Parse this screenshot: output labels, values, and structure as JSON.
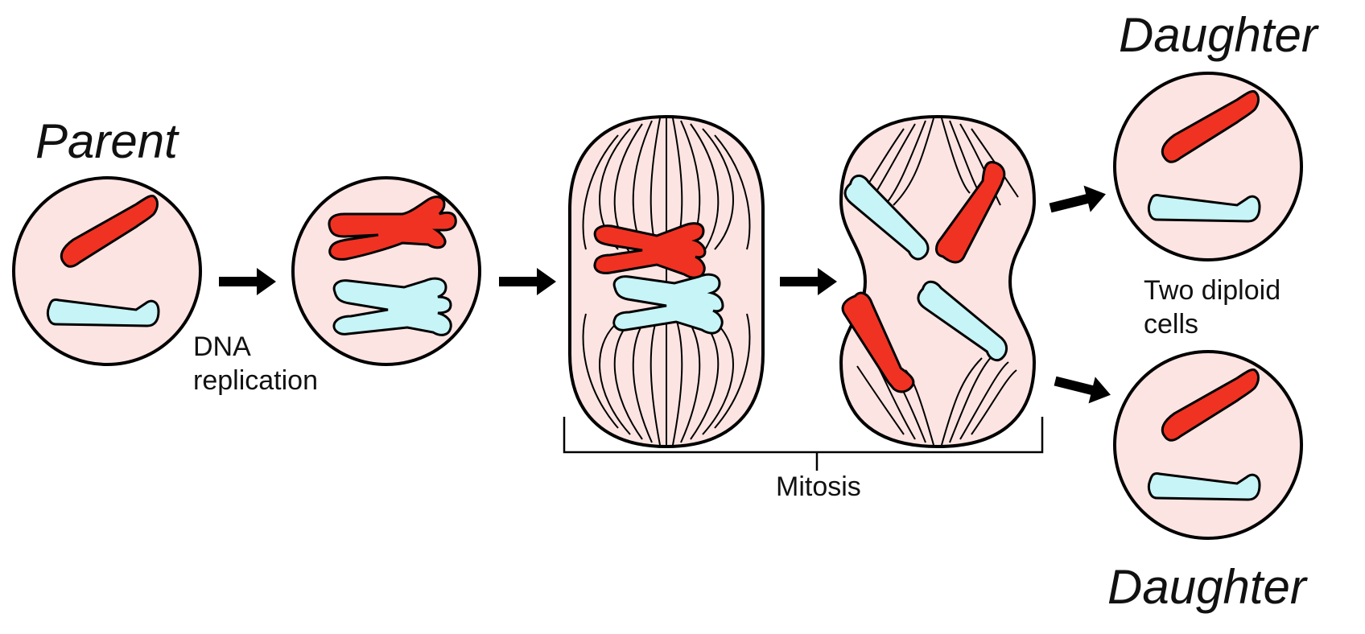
{
  "labels": {
    "parent": "Parent",
    "daughter_top": "Daughter",
    "daughter_bottom": "Daughter",
    "dna_replication": [
      "DNA",
      "replication"
    ],
    "mitosis": "Mitosis",
    "two_diploid_cells": [
      "Two diploid",
      "cells"
    ]
  },
  "colors": {
    "cell_fill": "#fce4e2",
    "outline": "#000000",
    "chromosome_red": "#f03223",
    "chromosome_cyan": "#c6f4f7",
    "arrow": "#000000"
  },
  "stages": [
    "parent-cell",
    "replicated-cell",
    "metaphase-cell",
    "anaphase-cell",
    "daughter-cell-top",
    "daughter-cell-bottom"
  ]
}
